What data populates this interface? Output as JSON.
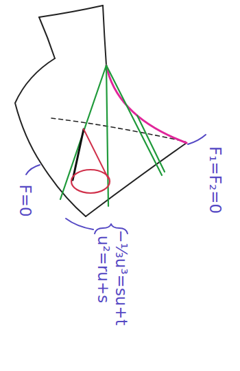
{
  "diagram": {
    "labels": [
      "F₁=F₂=0",
      "F=0",
      "u²=ru+s",
      "−⅓u³=su+t"
    ]
  }
}
